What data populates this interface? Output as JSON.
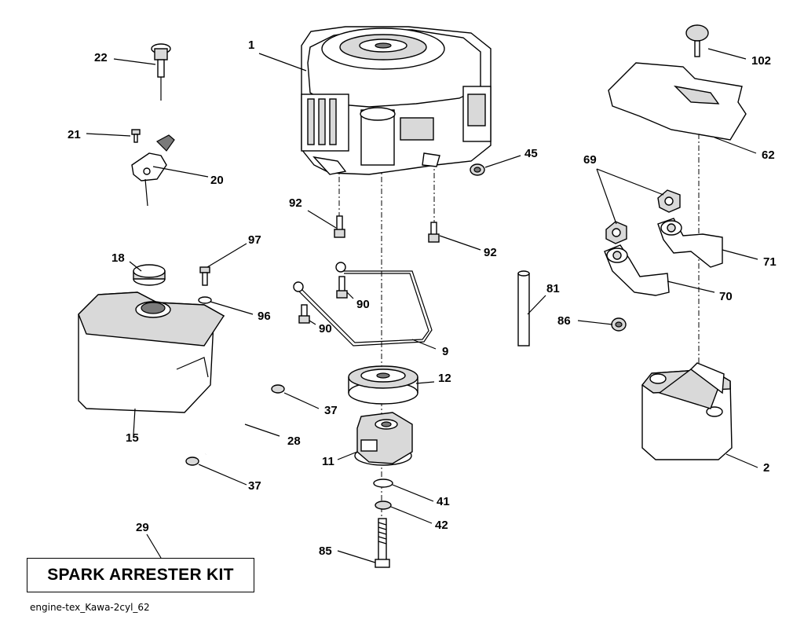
{
  "diagram": {
    "kit_box_label": "SPARK ARRESTER KIT",
    "footer_code": "engine-tex_Kawa-2cyl_62",
    "callouts": {
      "c1": "1",
      "c2": "2",
      "c9": "9",
      "c11": "11",
      "c12": "12",
      "c15": "15",
      "c18": "18",
      "c20": "20",
      "c21": "21",
      "c22": "22",
      "c28": "28",
      "c29": "29",
      "c37a": "37",
      "c37b": "37",
      "c41": "41",
      "c42": "42",
      "c45": "45",
      "c62": "62",
      "c69": "69",
      "c70": "70",
      "c71": "71",
      "c81": "81",
      "c85": "85",
      "c86": "86",
      "c90a": "90",
      "c90b": "90",
      "c92a": "92",
      "c92b": "92",
      "c96": "96",
      "c97": "97",
      "c102": "102"
    }
  }
}
